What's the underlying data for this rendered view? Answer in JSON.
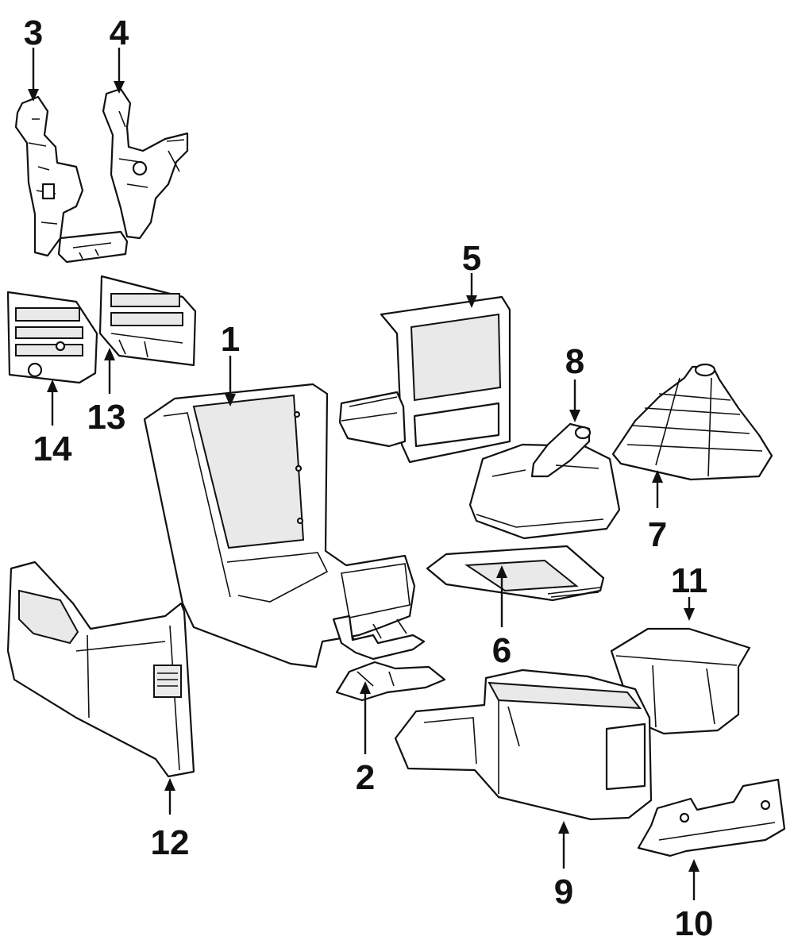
{
  "diagram": {
    "callouts": [
      {
        "id": "p1",
        "label": "1"
      },
      {
        "id": "p2",
        "label": "2"
      },
      {
        "id": "p3",
        "label": "3"
      },
      {
        "id": "p4",
        "label": "4"
      },
      {
        "id": "p5",
        "label": "5"
      },
      {
        "id": "p6",
        "label": "6"
      },
      {
        "id": "p7",
        "label": "7"
      },
      {
        "id": "p8",
        "label": "8"
      },
      {
        "id": "p9",
        "label": "9"
      },
      {
        "id": "p10",
        "label": "10"
      },
      {
        "id": "p11",
        "label": "11"
      },
      {
        "id": "p12",
        "label": "12"
      },
      {
        "id": "p13",
        "label": "13"
      },
      {
        "id": "p14",
        "label": "14"
      }
    ]
  }
}
